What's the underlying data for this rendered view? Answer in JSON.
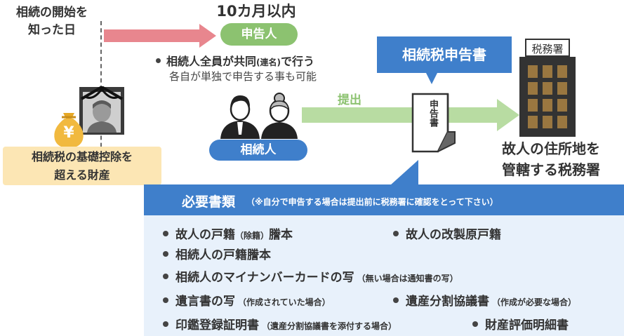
{
  "left": {
    "start_line1": "相続の開始を",
    "start_line2": "知った日",
    "yen_symbol": "¥",
    "base_line1": "相続税の基礎控除を",
    "base_line2": "超える財産"
  },
  "deadline": {
    "period": "10カ月以内",
    "filer_pill": "申告人"
  },
  "filer": {
    "bullet_main": "相続人全員が共同",
    "bullet_paren": "(連名)",
    "bullet_end": "で行う",
    "sub": "各自が単独で申告する事も可能",
    "heirs_pill": "相続人",
    "submit_label": "提出"
  },
  "return_doc": {
    "callout": "相続税申告書",
    "vertical_text": "申告書"
  },
  "office": {
    "sign": "税務署",
    "label_line1": "故人の住所地を",
    "label_line2": "管轄する税務署"
  },
  "required_docs": {
    "title": "必要書類",
    "note": "（※自分で申告する場合は提出前に税務署に確認をとって下さい）",
    "items": [
      {
        "label": "故人の戸籍",
        "note": "（除籍）",
        "suffix": "謄本"
      },
      {
        "label": "故人の改製原戸籍",
        "note": "",
        "suffix": ""
      },
      {
        "label": "相続人の戸籍謄本",
        "note": "",
        "suffix": ""
      },
      {
        "label": "相続人のマイナンバーカードの写",
        "note": "（無い場合は通知書の写）",
        "suffix": ""
      },
      {
        "label": "遺言書の写",
        "note": "（作成されていた場合）",
        "suffix": ""
      },
      {
        "label": "遺産分割協議書",
        "note": "（作成が必要な場合）",
        "suffix": ""
      },
      {
        "label": "印鑑登録証明書",
        "note": "（遺産分割協議書を添付する場合）",
        "suffix": ""
      },
      {
        "label": "財産評価明細書",
        "note": "",
        "suffix": ""
      }
    ]
  },
  "colors": {
    "blue": "#3f7fcb",
    "green": "#8cc270",
    "light_green": "#b8dca2",
    "pink": "#e8868e",
    "peach": "#fce6b4",
    "gold": "#f1b93f",
    "panel": "#e8f1fb",
    "building": "#9a7740"
  }
}
